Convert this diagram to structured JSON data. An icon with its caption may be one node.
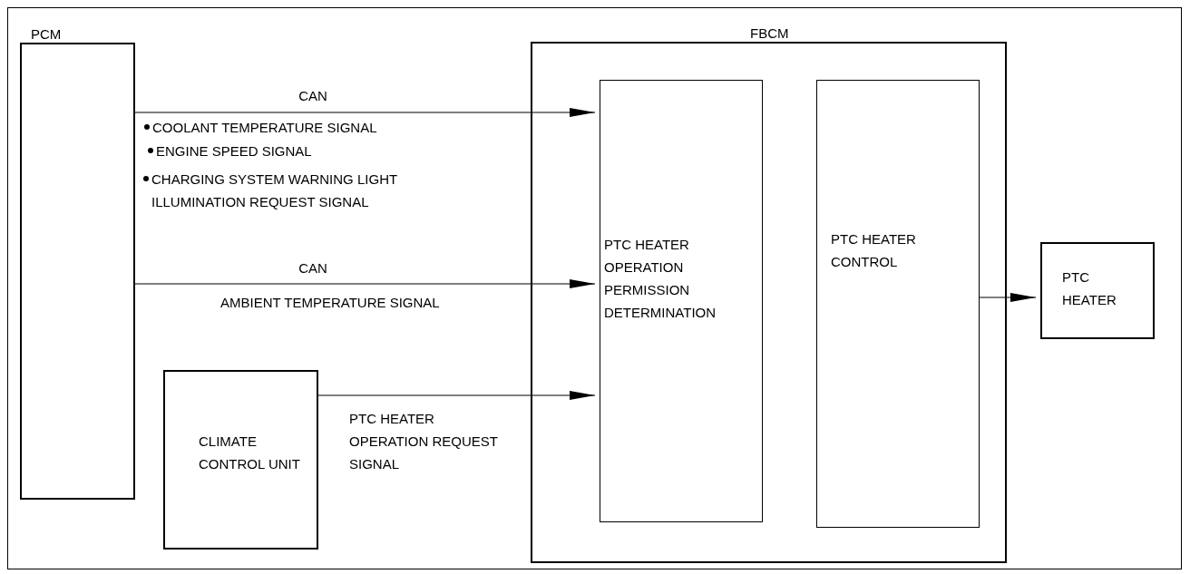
{
  "diagram": {
    "nodes": [
      {
        "text": [
          "PCM"
        ]
      },
      {
        "text": [
          "FBCM"
        ]
      },
      {
        "text": [
          "PTC HEATER OPERATION PERMISSION DETERMINATION"
        ],
        "in": 1
      },
      {
        "text": [
          "PTC HEATER CONTROL"
        ],
        "in": 1
      },
      {
        "text": [
          "PTC HEATER"
        ]
      },
      {
        "text": [
          "CLIMATE CONTROL UNIT"
        ]
      }
    ],
    "edges": [
      {
        "from": 0,
        "to": 2,
        "arrow": "to",
        "label": "CAN"
      },
      {
        "from": 0,
        "to": 2,
        "arrow": "to",
        "label": "CAN"
      },
      {
        "from": 5,
        "to": 2,
        "arrow": "to"
      },
      {
        "from": 3,
        "to": 4,
        "arrow": "to"
      }
    ],
    "labels": [
      "COOLANT TEMPERATURE SIGNAL",
      "ENGINE SPEED SIGNAL",
      "CHARGING SYSTEM WARNING LIGHT ILLUMINATION REQUEST SIGNAL",
      "AMBIENT TEMPERATURE SIGNAL",
      "PTC HEATER OPERATION REQUEST SIGNAL"
    ]
  }
}
